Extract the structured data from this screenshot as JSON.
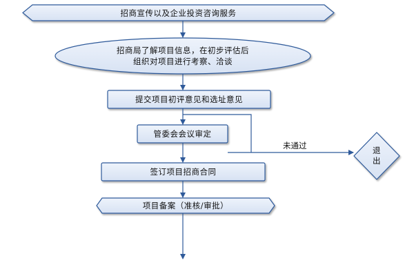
{
  "colors": {
    "stroke": "#2f5a9a",
    "fill_gradient_top": "#eef3fb",
    "fill_gradient_bottom": "#d7e2f3",
    "text": "#111111"
  },
  "nodes": {
    "promotion": "招商宣传以及企业投资咨询服务",
    "initial_eval_line1": "招商局了解项目信息，在初步评估后",
    "initial_eval_line2": "组织对项目进行考察、洽谈",
    "submit_opinion": "提交项目初评意见和选址意见",
    "committee_review": "管委会会议审定",
    "sign_contract": "签订项目招商合同",
    "project_filing": "项目备案（准核/审批）",
    "exit": "退出"
  },
  "edges": {
    "not_passed": "未通过"
  }
}
